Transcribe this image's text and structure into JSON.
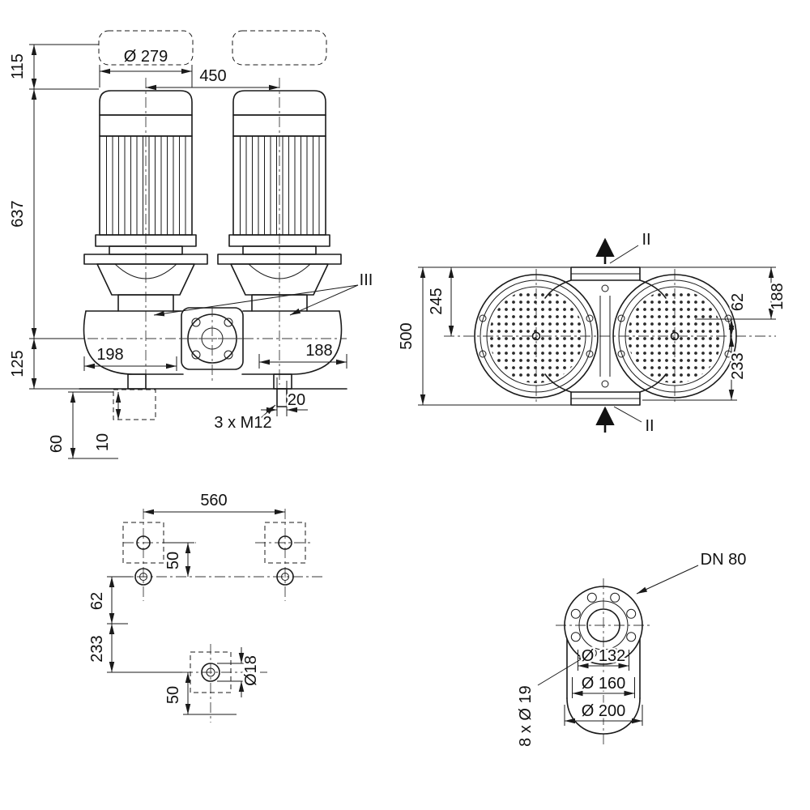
{
  "drawing": {
    "front_view": {
      "dia_279": "Ø 279",
      "width_450": "450",
      "h_115": "115",
      "h_637": "637",
      "h_125": "125",
      "w_198": "198",
      "w_188": "188",
      "h_60": "60",
      "h_10": "10",
      "w_20": "20",
      "thread": "3 x M12",
      "section_iii": "III"
    },
    "top_view": {
      "d_500": "500",
      "d_245": "245",
      "d_62": "62",
      "d_188": "188",
      "d_233": "233",
      "section_ii_top": "II",
      "section_ii_bottom": "II"
    },
    "foundation_view": {
      "w_560": "560",
      "d_50_upper": "50",
      "d_62": "62",
      "d_233": "233",
      "d_50_lower": "50",
      "hole_dia": "Ø18"
    },
    "flange_view": {
      "dn": "DN 80",
      "d_132": "Ø 132",
      "d_160": "Ø 160",
      "d_200": "Ø 200",
      "bolt_holes": "8 x Ø 19"
    }
  }
}
